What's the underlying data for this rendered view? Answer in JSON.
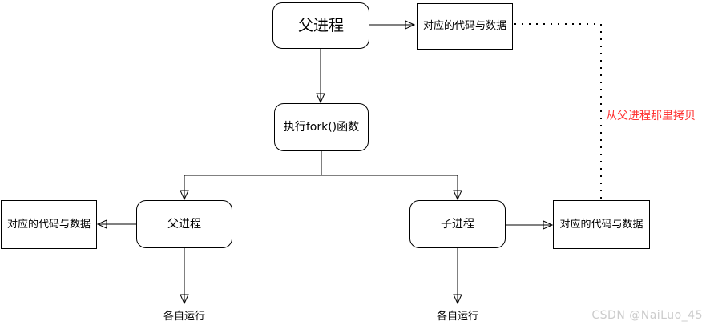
{
  "diagram": {
    "nodes": {
      "parent_top": {
        "label": "父进程"
      },
      "code_top": {
        "label": "对应的代码与数据"
      },
      "fork": {
        "label": "执行fork()函数"
      },
      "parent_bottom": {
        "label": "父进程"
      },
      "child_bottom": {
        "label": "子进程"
      },
      "code_left": {
        "label": "对应的代码与数据"
      },
      "code_right": {
        "label": "对应的代码与数据"
      }
    },
    "labels": {
      "run_left": "各自运行",
      "run_right": "各自运行",
      "copy_note": "从父进程那里拷贝"
    },
    "edges": [
      "parent_top -> code_top",
      "parent_top -> fork",
      "fork -> parent_bottom",
      "fork -> child_bottom",
      "parent_bottom -> code_left",
      "child_bottom -> code_right",
      "parent_bottom -> run_left",
      "child_bottom -> run_right",
      "code_top ..> code_right (dotted copy)"
    ]
  },
  "watermark": {
    "text": "CSDN @NaiLuo_45"
  },
  "colors": {
    "line": "#000000",
    "box_border": "#000000",
    "box_fill": "#ffffff",
    "note_red": "#ff3333",
    "watermark_gray": "#cccccc",
    "background": "#ffffff"
  }
}
